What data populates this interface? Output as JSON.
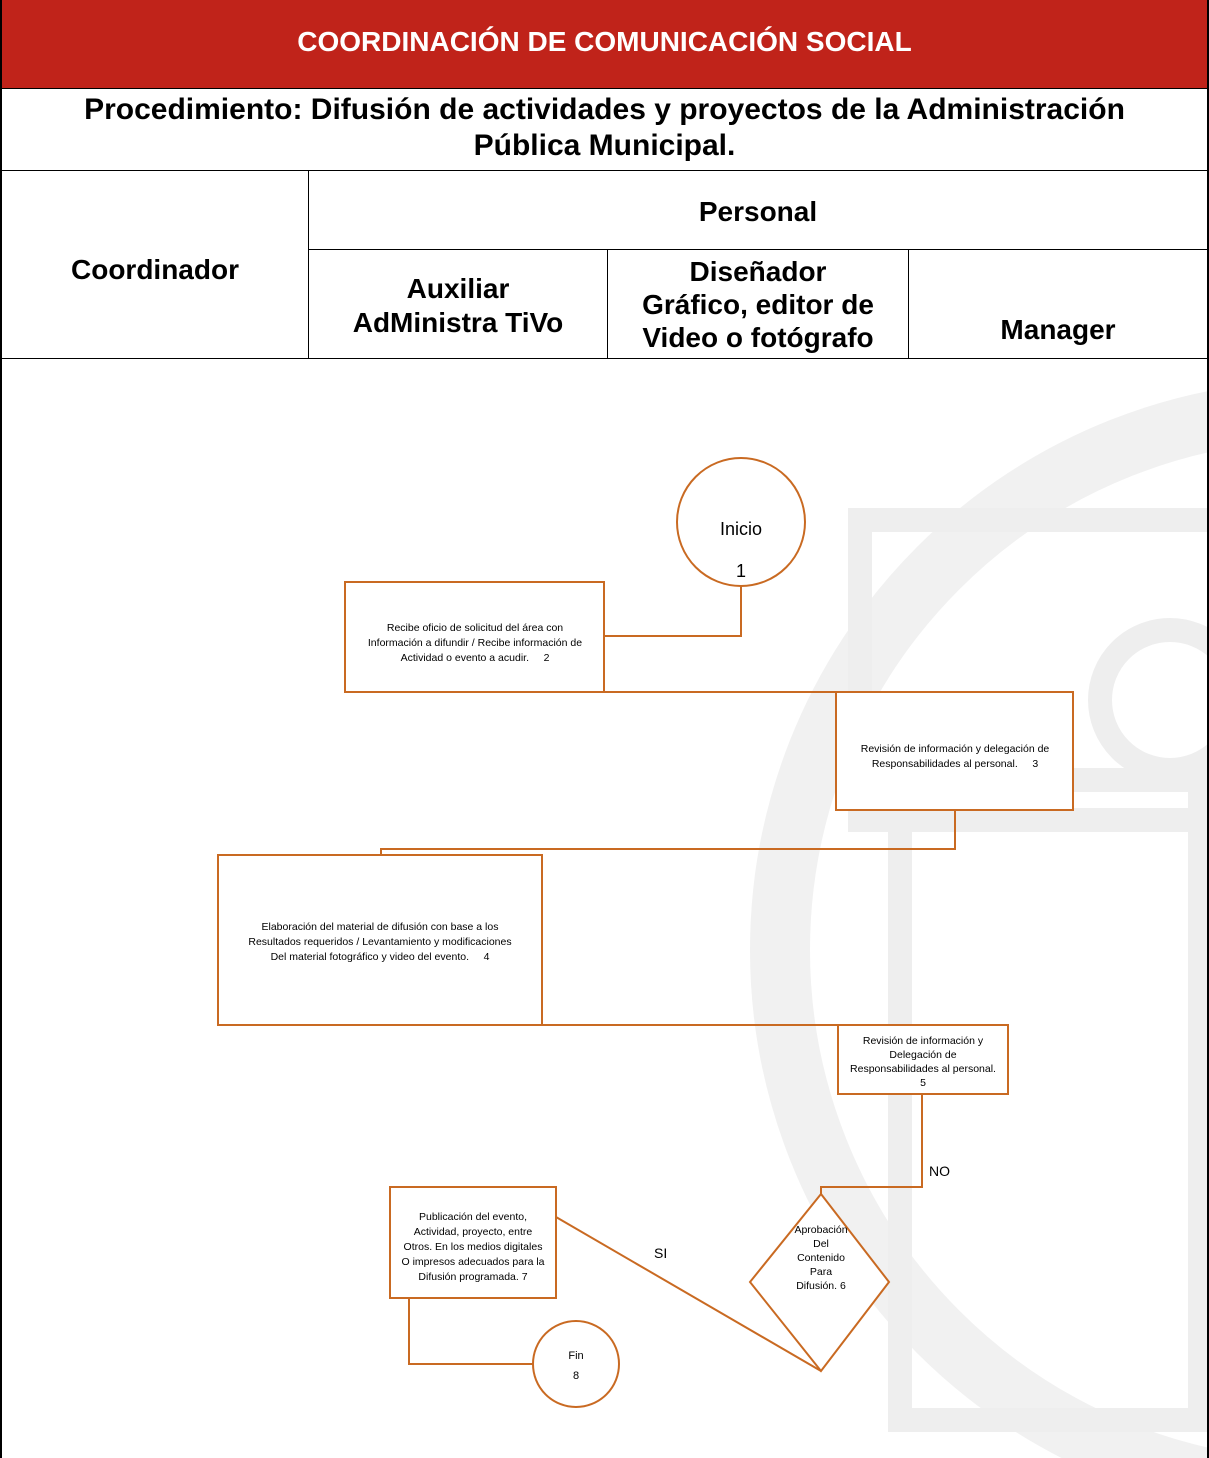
{
  "title": "COORDINACIÓN DE COMUNICACIÓN SOCIAL",
  "procedure": {
    "line1": "Procedimiento: Difusión de actividades y proyectos de la Administración",
    "line2": "Pública Municipal."
  },
  "headers": {
    "coordinator": "Coordinador",
    "personal": "Personal",
    "auxiliar_1": "Auxiliar",
    "auxiliar_2": "AdMinistra TiVo",
    "designer_1": "Diseñador",
    "designer_2": "Gráfico, editor de",
    "designer_3": "Video o fotógrafo",
    "manager": "Manager"
  },
  "flow": {
    "start_label": "Inicio",
    "start_num": "1",
    "step2_l1": "Recibe oficio de solicitud del área con",
    "step2_l2": "Información a difundir / Recibe información de",
    "step2_l3": "Actividad o evento a acudir.     2",
    "step3_l1": "Revisión de información y delegación de",
    "step3_l2": "Responsabilidades al personal.     3",
    "step4_l1": "Elaboración del material de difusión con base a los",
    "step4_l2": "Resultados requeridos / Levantamiento y modificaciones",
    "step4_l3": "Del material fotográfico y video del evento.     4",
    "step5_l1": "Revisión de información y",
    "step5_l2": "Delegación de",
    "step5_l3": "Responsabilidades al personal.",
    "step5_l4": "5",
    "step6_l1": "Aprobación",
    "step6_l2": "Del",
    "step6_l3": "Contenido",
    "step6_l4": "Para",
    "step6_l5": "Difusión. 6",
    "step7_l1": "Publicación del evento,",
    "step7_l2": "Actividad, proyecto, entre",
    "step7_l3": "Otros. En los medios digitales",
    "step7_l4": "O impresos adecuados para la",
    "step7_l5": "Difusión programada. 7",
    "end_label": "Fin",
    "end_num": "8",
    "label_no": "NO",
    "label_si": "SI"
  },
  "colors": {
    "title_bg": "#c0231a",
    "title_text": "#ffffff",
    "flow_stroke": "#c96a22",
    "grid_line": "#000000"
  }
}
